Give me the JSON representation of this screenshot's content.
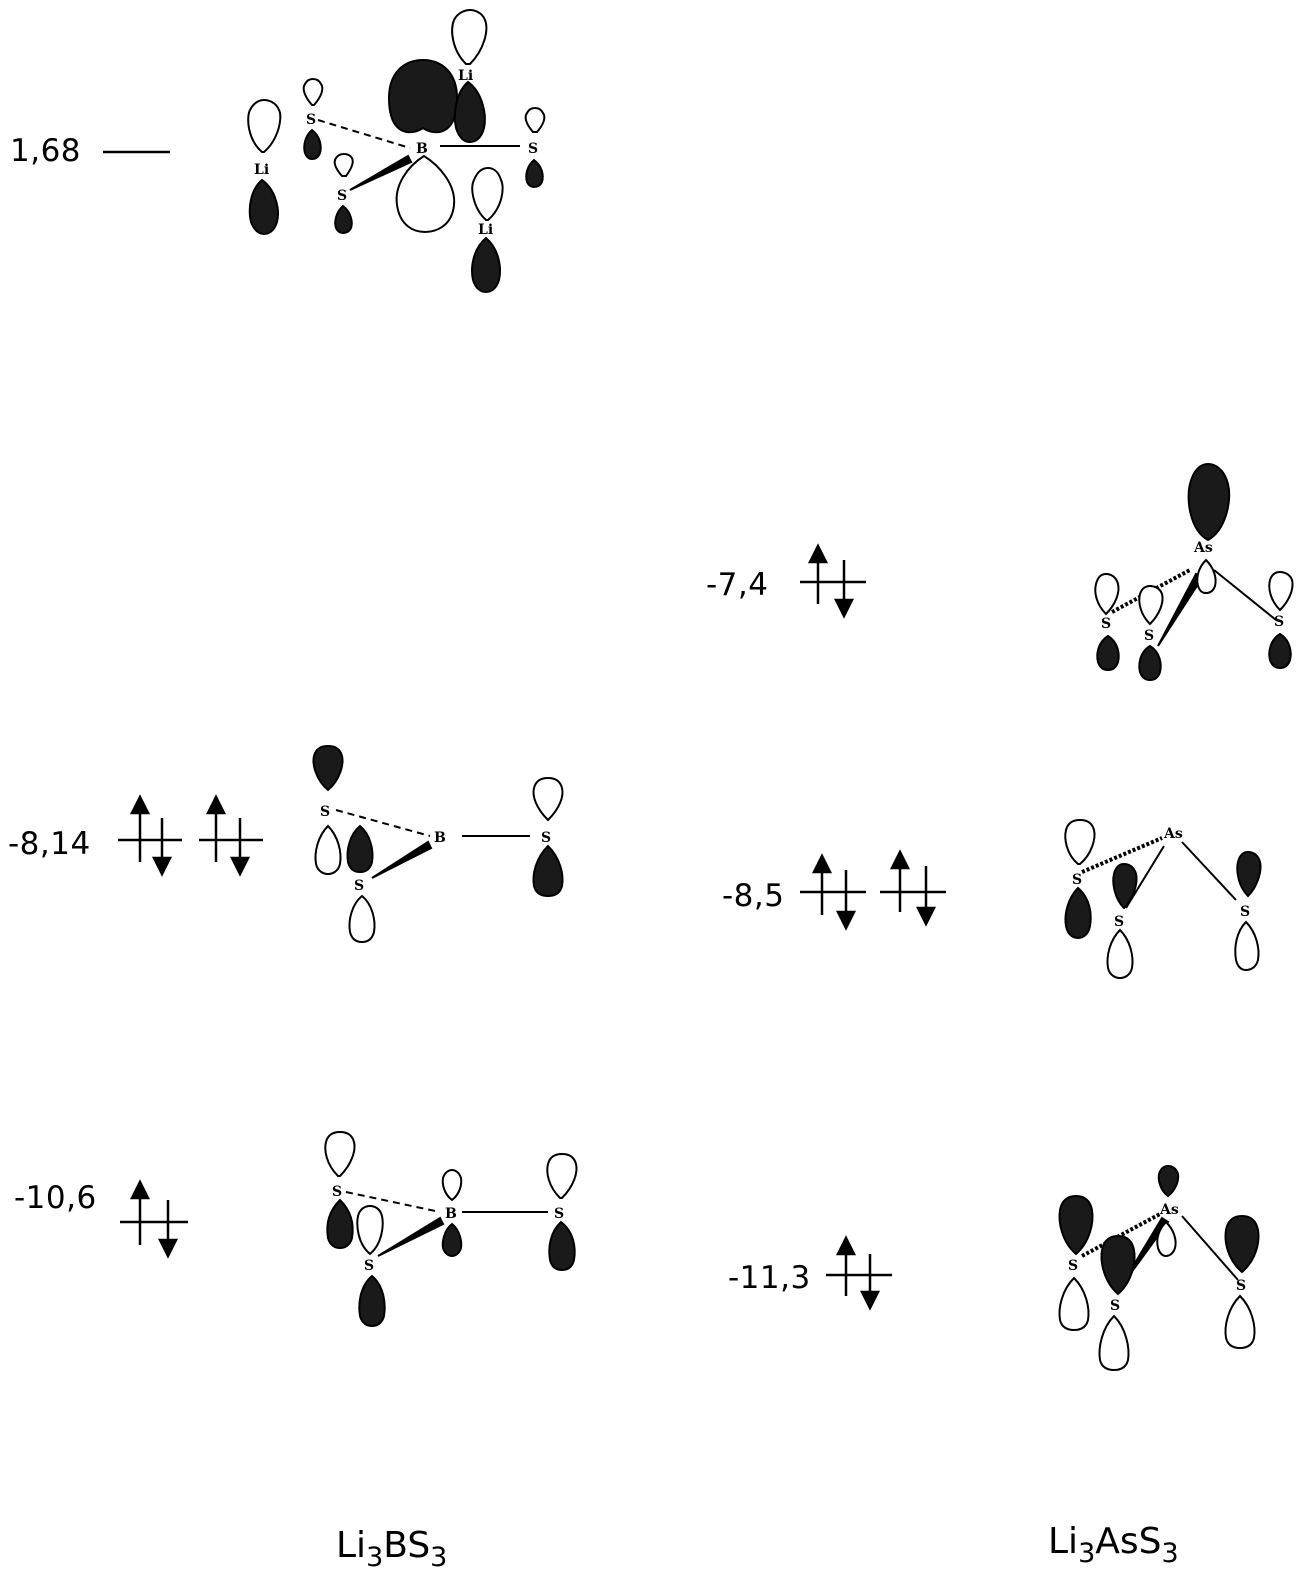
{
  "levels": {
    "bs3_luMO": "1,68",
    "bs3_homo": "-8,14",
    "bs3_low": "-10,6",
    "ass3_homo": "-7,4",
    "ass3_mid": "-8,5",
    "ass3_low": "-11,3"
  },
  "atoms": {
    "li": "Li",
    "s": "S",
    "b": "B",
    "as": "As"
  },
  "formulas": {
    "left": {
      "a": "Li",
      "n1": "3",
      "b": "BS",
      "n2": "3"
    },
    "right": {
      "a": "Li",
      "n1": "3",
      "b": "AsS",
      "n2": "3"
    }
  },
  "colors": {
    "ink": "#000000",
    "filled_lobe": "#1a1a1a",
    "open_lobe": "#ffffff"
  }
}
